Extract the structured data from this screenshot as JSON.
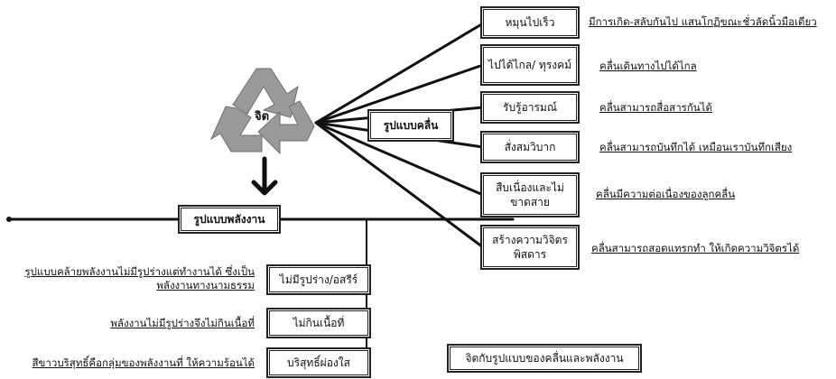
{
  "center": {
    "label": "จิต"
  },
  "wave": {
    "title": "รูปแบบคลื่น",
    "items": [
      {
        "label": "หมุนไปเร็ว",
        "note": "มีการเกิด-สลับกันไป แสนโกฏิขณะชั่วลัดนิ้วมือเดียว"
      },
      {
        "label": "ไปได้ไกล/ ทุรงคม์",
        "note": "คลื่นเดินทางไปได้ไกล"
      },
      {
        "label": "รับรู้อารมณ์",
        "note": "คลื่นสามารถสื่อสารกันได้"
      },
      {
        "label": "สั่งสมวิบาก",
        "note": "คลื่นสามารถบันทึกได้ เหมือนเราบันทึกเสียง"
      },
      {
        "label": "สืบเนื่องและไม่ขาดสาย",
        "note": "คลื่นมีความต่อเนื่องของลูกคลื่น"
      },
      {
        "label": "สร้างความวิจิตร พิสดาร",
        "note": "คลื่นสามารถสอดแทรกทำ ให้เกิดความวิจิตรได้"
      }
    ]
  },
  "energy": {
    "title": "รูปแบบพลังงาน",
    "items": [
      {
        "label": "ไม่มีรูปร่าง/อสรีร์",
        "note": "รูปแบบคล้ายพลังงานไม่มีรูปร่างแต่ทำงานได้ ซึ่งเป็นพลังงานทางนามธรรม"
      },
      {
        "label": "ไม่กินเนื้อที่",
        "note": "พลังงานไม่มีรูปร่างจึงไม่กินเนื้อที่"
      },
      {
        "label": "บริสุทธิ์ผ่องใส",
        "note": "สีขาวบริสุทธิ์คือกลุ่มของพลังงานที่ ให้ความร้อนได้"
      }
    ]
  },
  "caption": "จิตกับรูปแบบของคลื่นและพลังงาน"
}
